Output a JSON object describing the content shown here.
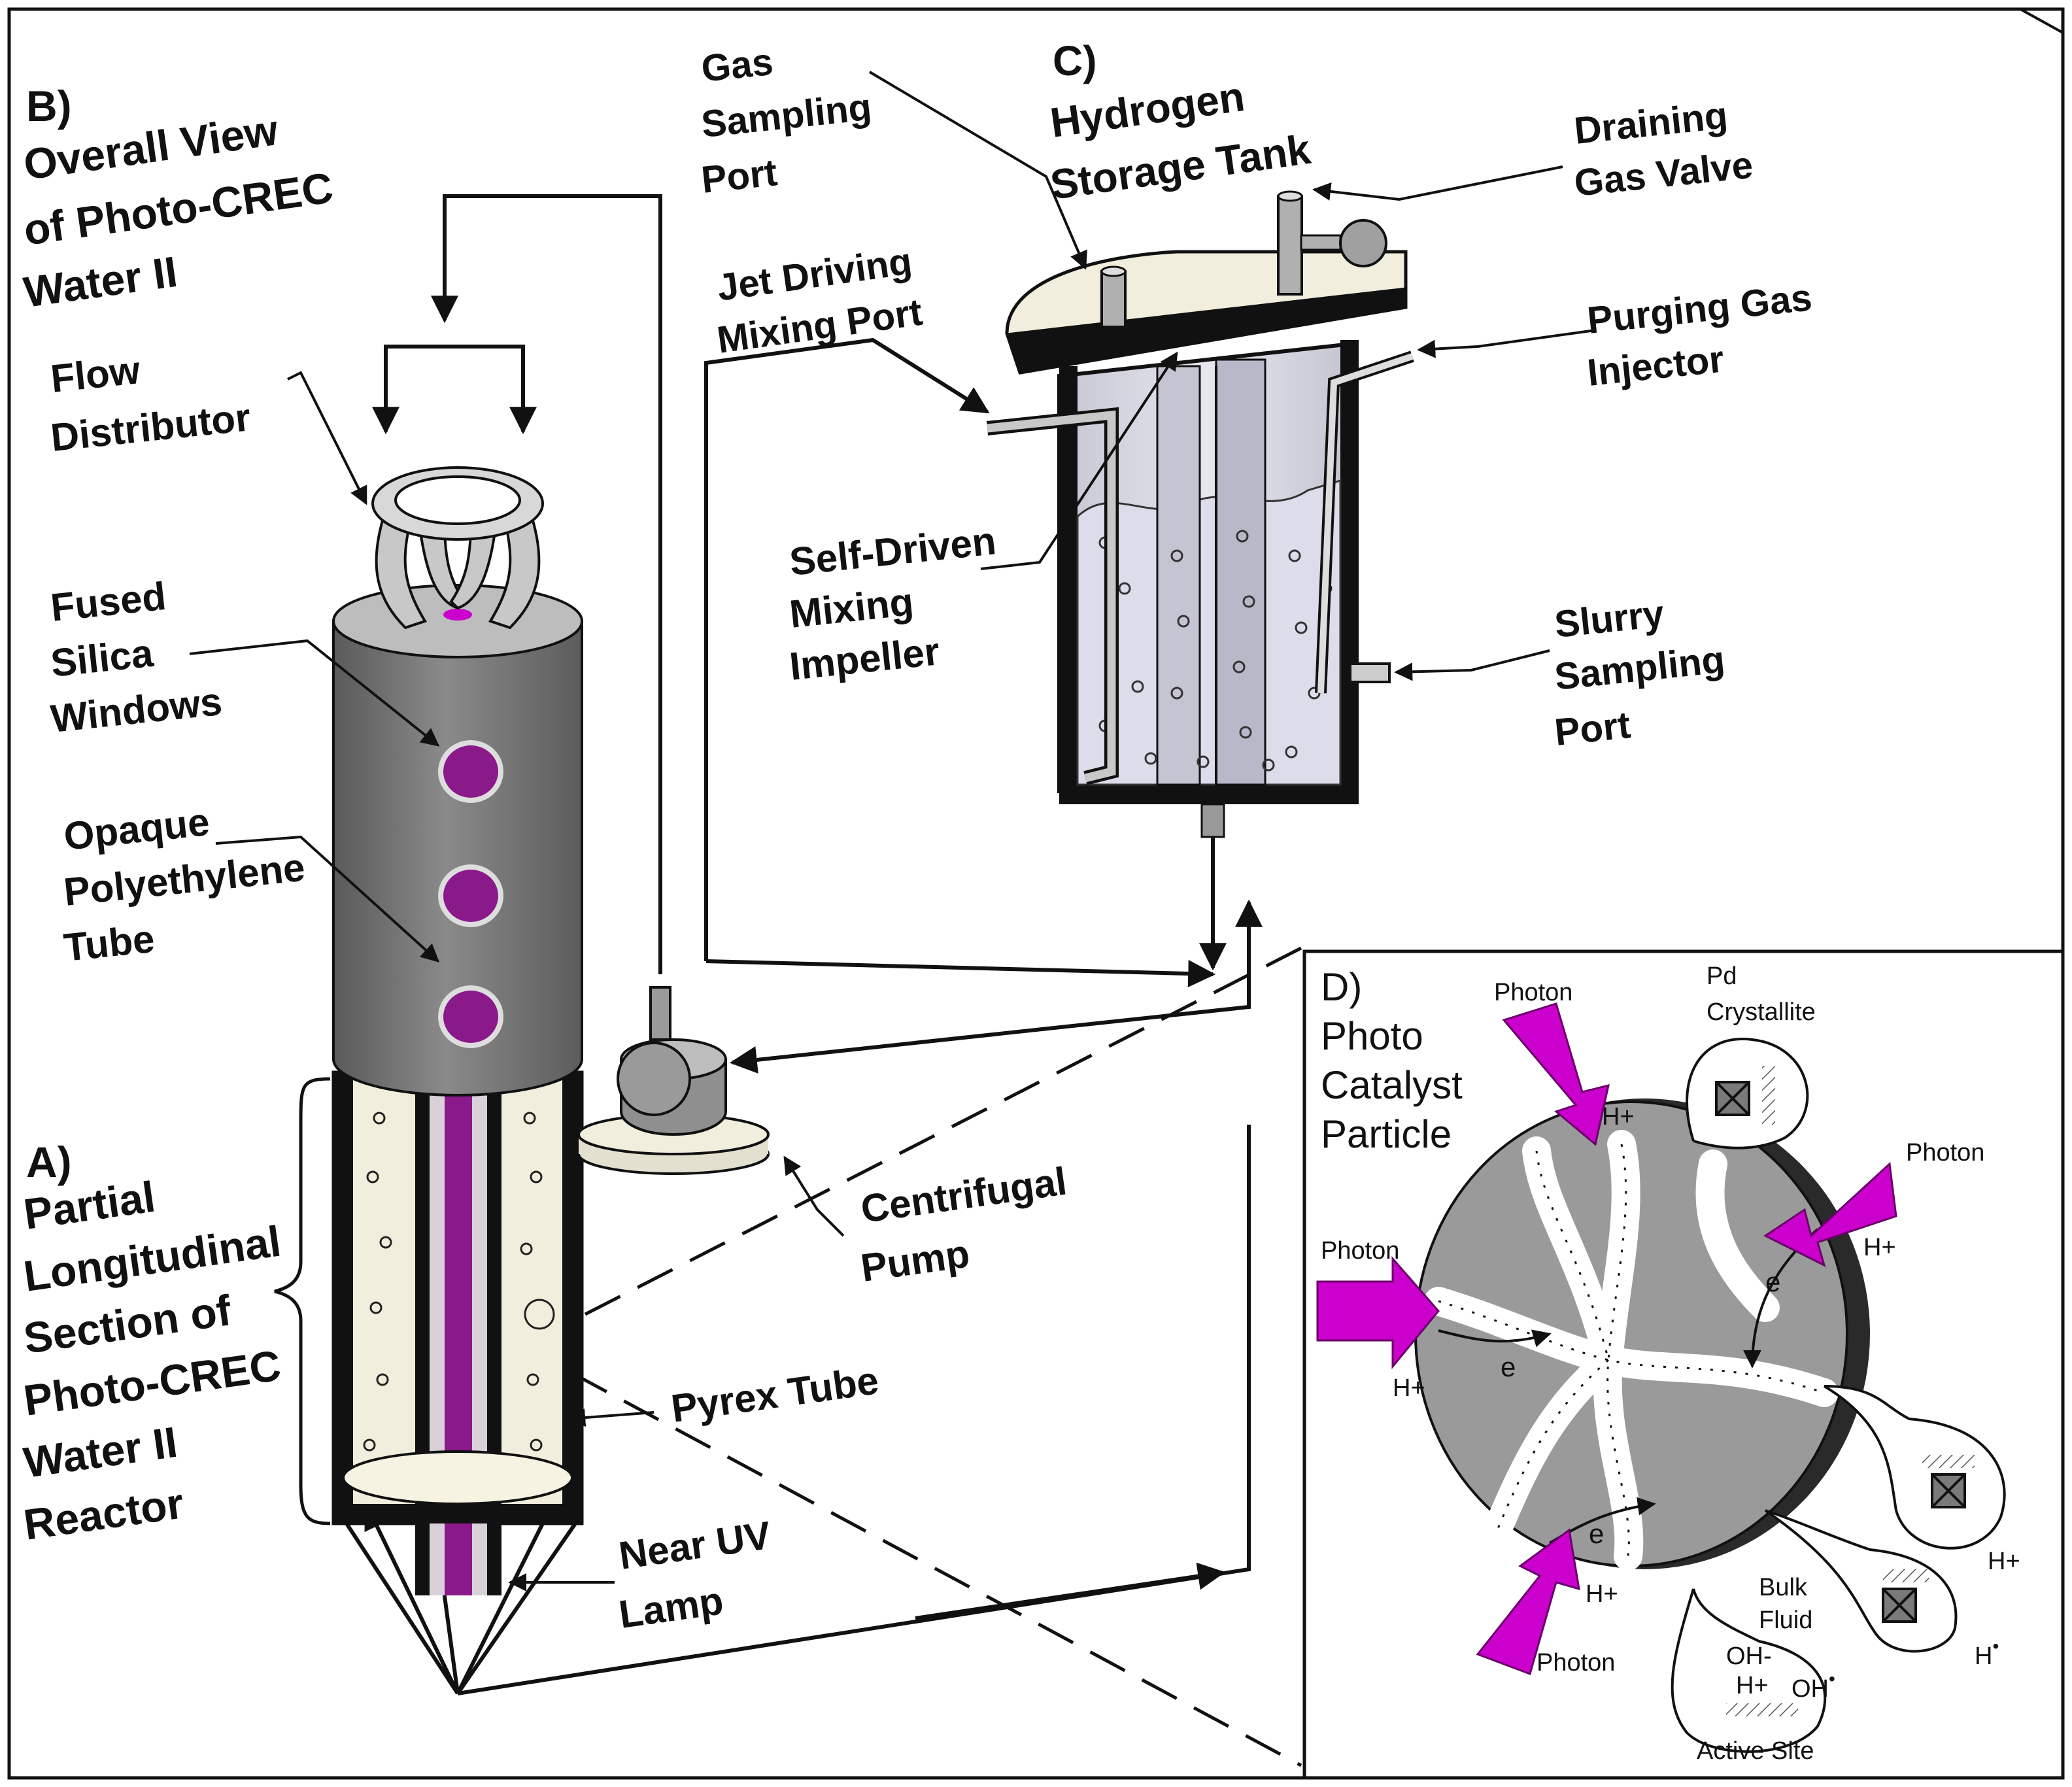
{
  "panels": {
    "b": {
      "letter": "B)",
      "line1": "Overall View",
      "line2": "of Photo-CREC",
      "line3": "Water II"
    },
    "a": {
      "letter": "A)",
      "line1": "Partial",
      "line2": "Longitudinal",
      "line3": "Section of",
      "line4": "Photo-CREC",
      "line5": "Water II",
      "line6": "Reactor"
    },
    "c": {
      "letter": "C)",
      "line1": "Hydrogen",
      "line2": "Storage Tank"
    },
    "d": {
      "letter": "D)",
      "line1": "Photo",
      "line2": "Catalyst",
      "line3": "Particle"
    }
  },
  "labels": {
    "flow_distributor": [
      "Flow",
      "Distributor"
    ],
    "fused_silica": [
      "Fused",
      "Silica",
      "Windows"
    ],
    "opaque_tube": [
      "Opaque",
      "Polyethylene",
      "Tube"
    ],
    "pyrex_tube": "Pyrex Tube",
    "near_uv_lamp": [
      "Near UV",
      "Lamp"
    ],
    "centrifugal_pump": [
      "Centrifugal",
      "Pump"
    ],
    "gas_sampling_port": [
      "Gas",
      "Sampling",
      "Port"
    ],
    "jet_driving_port": [
      "Jet Driving",
      "Mixing Port"
    ],
    "self_driven_impeller": [
      "Self-Driven",
      "Mixing",
      "Impeller"
    ],
    "draining_gas_valve": [
      "Draining",
      "Gas Valve"
    ],
    "purging_gas_injector": [
      "Purging Gas",
      "Injector"
    ],
    "slurry_sampling_port": [
      "Slurry",
      "Sampling",
      "Port"
    ]
  },
  "particle": {
    "photon": "Photon",
    "h_plus": "H+",
    "electron": "e",
    "pd_crystallite": [
      "Pd",
      "Crystallite"
    ],
    "bulk_fluid": [
      "Bulk",
      "Fluid"
    ],
    "oh_minus": "OH-",
    "oh_radical": "OH",
    "h_radical": "H",
    "radical_dot": "•",
    "active_site": "Active Site"
  },
  "colors": {
    "magenta": "#cc00cc",
    "lamp": "#8a1a8a",
    "steel": "#6e6e6e",
    "steel_dark": "#4a4a4a",
    "tank_fill": "#d9d9e6",
    "particle_fill": "#9a9a9a",
    "cream": "#f2eedd"
  }
}
